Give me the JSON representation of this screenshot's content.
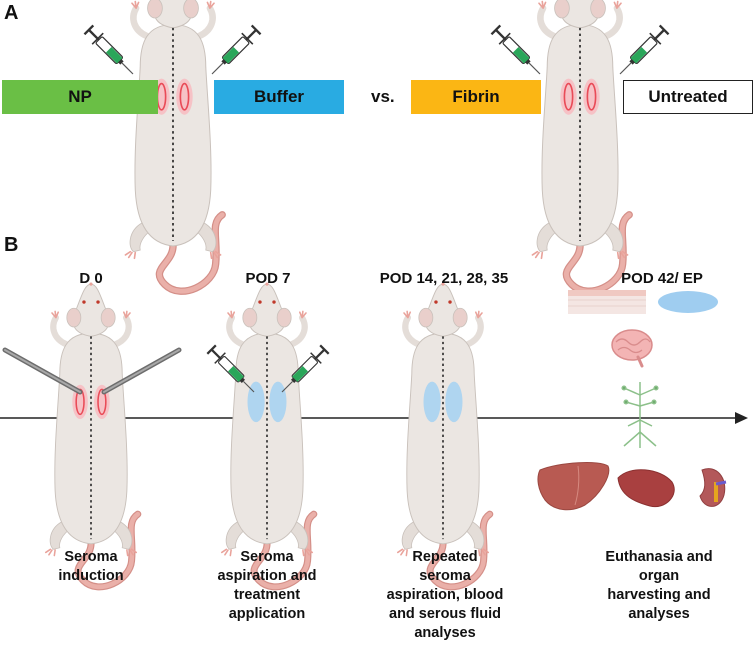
{
  "panels": {
    "a": "A",
    "b": "B"
  },
  "groups": {
    "np": "NP",
    "buffer": "Buffer",
    "vs": "vs.",
    "fibrin": "Fibrin",
    "untreated": "Untreated"
  },
  "timeline": [
    {
      "title": "D 0",
      "caption": "Seroma\ninduction"
    },
    {
      "title": "POD 7",
      "caption": "Seroma\naspiration and\ntreatment\napplication"
    },
    {
      "title": "POD 14, 21, 28, 35",
      "caption": "Repeated\nseroma\naspiration, blood\nand serous fluid\nanalyses"
    },
    {
      "title": "POD 42/ EP",
      "caption": "Euthanasia and\norgan\nharvesting and\nanalyses"
    }
  ],
  "colors": {
    "np": "#6abf45",
    "buffer": "#29abe2",
    "fibrin": "#fbb614",
    "untreated": "#ffffff",
    "rat_body": "#ebe6e2",
    "rat_outline": "#c9c1bb",
    "tail": "#e8a7a0",
    "incision": "#e94b57",
    "seroma": "#a9d3f2",
    "syringe": "#2aa65a"
  },
  "icons": [
    "rat-icon",
    "syringe-icon",
    "forceps-icon",
    "skin-icon",
    "seroma-fluid-icon",
    "brain-icon",
    "nerve-icon",
    "liver-icon",
    "spleen-icon",
    "kidney-icon"
  ]
}
